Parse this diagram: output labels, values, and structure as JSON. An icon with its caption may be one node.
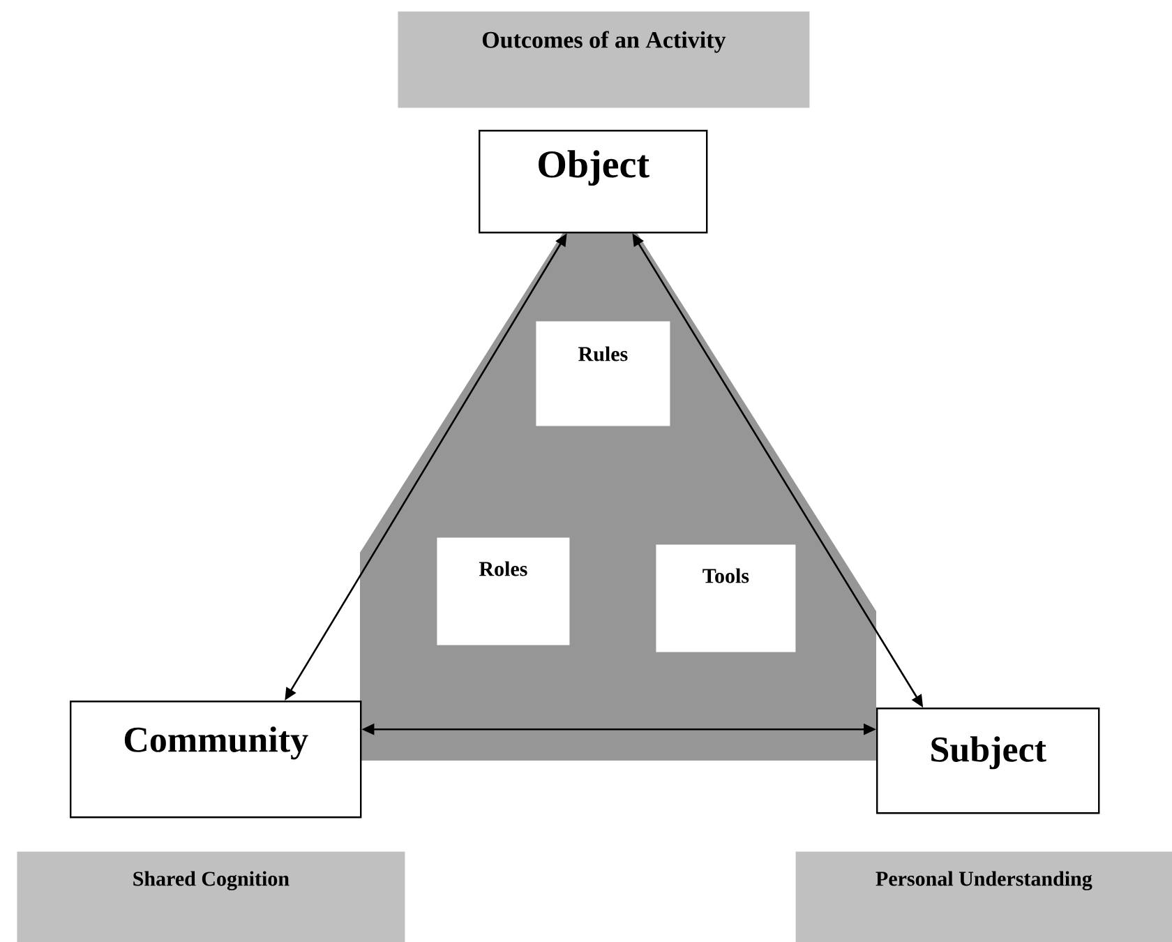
{
  "diagram": {
    "nodes": [
      {
        "text": [
          "Outcomes of an Activity"
        ]
      },
      {
        "text": [
          "Object"
        ]
      },
      {
        "text": [],
        "shape": "triangle"
      },
      {
        "text": [
          "Rules"
        ],
        "in": 2
      },
      {
        "text": [
          "Roles"
        ],
        "in": 2
      },
      {
        "text": [
          "Tools"
        ],
        "in": 2
      },
      {
        "text": [
          "Community"
        ]
      },
      {
        "text": [
          "Subject"
        ]
      },
      {
        "text": [
          "Shared Cognition"
        ]
      },
      {
        "text": [
          "Personal Understanding"
        ]
      }
    ],
    "edges": [
      {
        "from": 1,
        "to": 6,
        "arrow": "both"
      },
      {
        "from": 1,
        "to": 7,
        "arrow": "both"
      },
      {
        "from": 6,
        "to": 7,
        "arrow": "both"
      }
    ]
  }
}
